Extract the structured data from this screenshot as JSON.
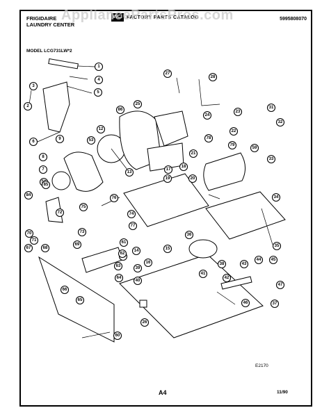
{
  "watermark": "AppliancePartsPros.com",
  "header": {
    "brand_line1": "FRIGIDAIRE",
    "brand_line2": "LAUNDRY CENTER",
    "catalog_title": "FACTORY PARTS CATALOG",
    "logo_text": "WCI",
    "part_number": "5995808070"
  },
  "model": "MODEL LCG731LW*2",
  "reference": "E2170",
  "footer": {
    "page": "A4",
    "date": "11/90"
  },
  "callouts": [
    "1",
    "2",
    "3",
    "4",
    "5",
    "6",
    "7",
    "8",
    "9",
    "12",
    "13",
    "14",
    "15",
    "16",
    "17",
    "18",
    "19",
    "20",
    "21",
    "22",
    "23",
    "24",
    "25",
    "26",
    "27",
    "28",
    "31",
    "32",
    "33",
    "34",
    "35",
    "36",
    "37",
    "38",
    "39",
    "40",
    "41",
    "42",
    "43",
    "44",
    "45",
    "46",
    "47",
    "52",
    "53",
    "58",
    "59",
    "60",
    "61",
    "62",
    "63",
    "64",
    "65",
    "66",
    "67",
    "68",
    "69",
    "70",
    "71",
    "72",
    "73",
    "74",
    "75",
    "76",
    "77",
    "78",
    "79",
    "84",
    "85",
    "86"
  ]
}
